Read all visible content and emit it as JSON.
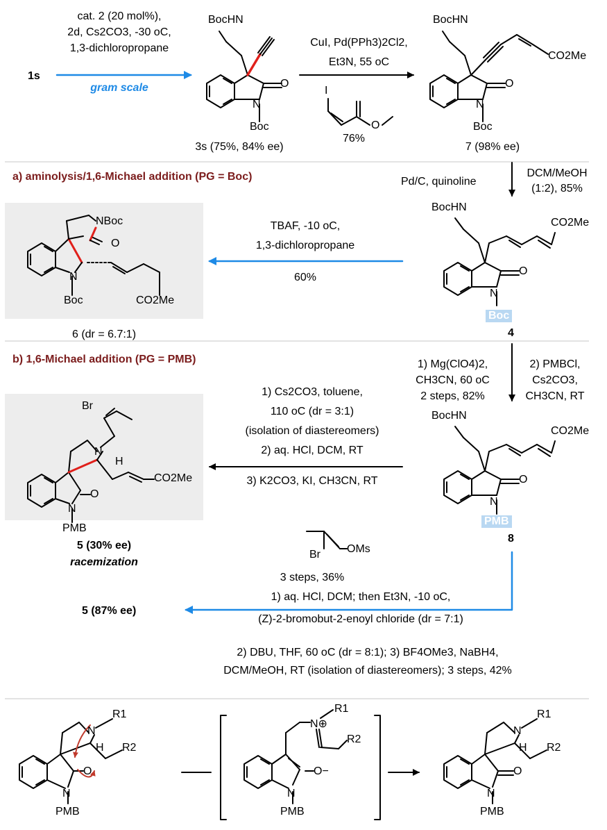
{
  "title_row": {
    "start": "1s",
    "cond1_l1": "cat. 2 (20 mol%),",
    "cond1_l2": "2d, Cs2CO3, -30 oC,",
    "cond1_l3": "1,3-dichloropropane",
    "cond1_scale": "gram scale",
    "cond2_l1": "CuI, Pd(PPh3)2Cl2,",
    "cond2_l2": "Et3N, 55 oC",
    "yield2": "76%",
    "cmpd3s": "3s (75%, 84% ee)",
    "cmpd7": "7 (98% ee)"
  },
  "section_a": {
    "heading": "a) aminolysis/1,6-Michael addition (PG = Boc)",
    "h_cond_l": "Pd/C, quinoline",
    "h_cond_r1": "DCM/MeOH",
    "h_cond_r2": "(1:2), 85%",
    "tbaf1": "TBAF, -10 oC,",
    "tbaf2": "1,3-dichloropropane",
    "tbaf3": "60%",
    "cmpd6": "6 (dr = 6.7:1)",
    "cmpd4": "4"
  },
  "section_b": {
    "heading": "b) 1,6-Michael addition (PG = PMB)",
    "mg1": "1) Mg(ClO4)2,",
    "mg2": "CH3CN, 60 oC",
    "mg3": "2 steps, 82%",
    "pmb1": "2) PMBCl,",
    "pmb2": "Cs2CO3,",
    "pmb3": "CH3CN, RT",
    "r1": "1) Cs2CO3, toluene,",
    "r2": "110 oC (dr = 3:1)",
    "r3": "(isolation of diastereomers)",
    "r4": "2) aq. HCl, DCM, RT",
    "r5": "3) K2CO3, KI, CH3CN, RT",
    "r6": "3 steps, 36%",
    "cmpd5": "5 (30% ee)",
    "racem": "racemization",
    "cmpd8": "8",
    "bottom1": "1) aq. HCl, DCM; then Et3N, -10 oC,",
    "bottom2": "(Z)-2-bromobut-2-enoyl chloride (dr = 7:1)",
    "bottom3": "2) DBU, THF, 60 oC (dr = 8:1); 3) BF4OMe3, NaBH4,",
    "bottom4": "DCM/MeOH, RT (isolation of diastereomers); 3 steps, 42%",
    "cmpd5b": "5 (87% ee)"
  },
  "atoms": {
    "boc_hn": "BocHN",
    "n": "N",
    "o": "O",
    "boc": "Boc",
    "co2me": "CO2Me",
    "nboc": "NBoc",
    "i": "I",
    "br": "Br",
    "oms": "OMs",
    "pmb": "PMB",
    "h": "H",
    "r1": "R1",
    "r2": "R2",
    "o_minus": "O−",
    "n_plus": "N⊕"
  },
  "colors": {
    "arrow_blue": "#1e8ae6",
    "heading_maroon": "#7b1c1c",
    "bond_red": "#e0201b",
    "box_gray": "#ededed",
    "pg_highlight": "#b9d8f2"
  }
}
